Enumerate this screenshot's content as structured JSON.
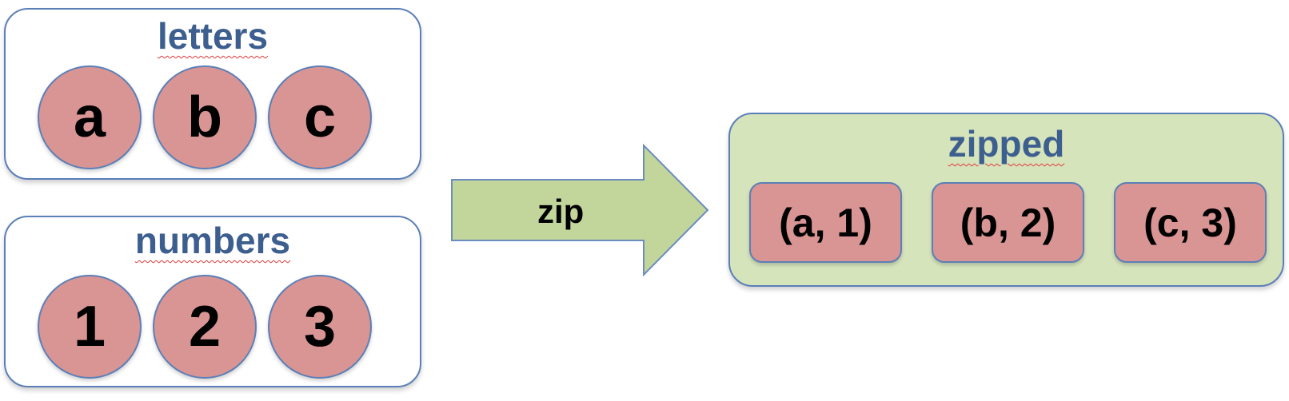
{
  "letters": {
    "title": "letters",
    "items": [
      "a",
      "b",
      "c"
    ]
  },
  "numbers": {
    "title": "numbers",
    "items": [
      "1",
      "2",
      "3"
    ]
  },
  "arrow": {
    "label": "zip"
  },
  "zipped": {
    "title": "zipped",
    "items": [
      "(a, 1)",
      "(b, 2)",
      "(c, 3)"
    ]
  },
  "colors": {
    "title_text": "#3d5f8f",
    "border": "#5b7fb8",
    "item_fill": "#d99594",
    "zipped_fill": "#d6e4bc",
    "arrow_fill": "#c2d69b"
  }
}
